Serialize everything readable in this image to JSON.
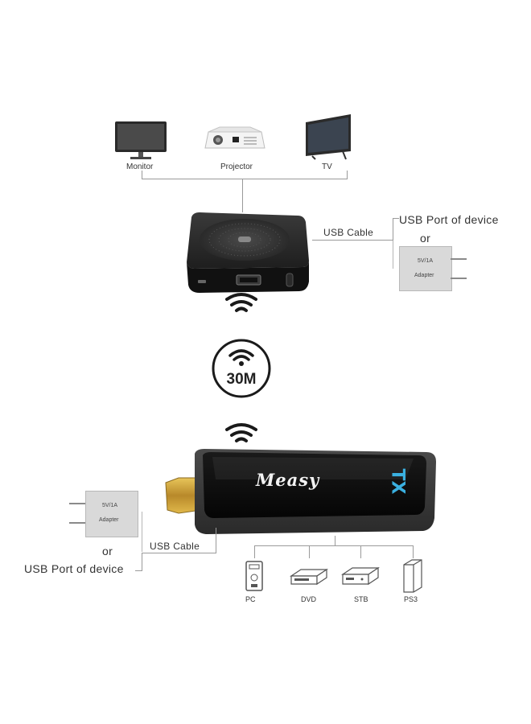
{
  "displays": {
    "monitor": "Monitor",
    "projector": "Projector",
    "tv": "TV"
  },
  "receiver": {
    "usb_cable": "USB Cable",
    "usb_port": "USB Port of device",
    "or": "or",
    "adapter_rating": "5V/1A",
    "adapter_label": "Adapter"
  },
  "range": {
    "label": "30M"
  },
  "transmitter": {
    "brand": "Measy",
    "usb_cable": "USB Cable",
    "usb_port": "USB Port of device",
    "or": "or",
    "adapter_rating": "5V/1A",
    "adapter_label": "Adapter",
    "tx_mark": "TX"
  },
  "sources": {
    "pc": "PC",
    "dvd": "DVD",
    "stb": "STB",
    "ps3": "PS3"
  },
  "icons": [
    "monitor-icon",
    "projector-icon",
    "tv-icon",
    "wifi-icon",
    "pc-icon",
    "dvd-icon",
    "stb-icon",
    "ps3-icon",
    "adapter-plug-icon"
  ]
}
